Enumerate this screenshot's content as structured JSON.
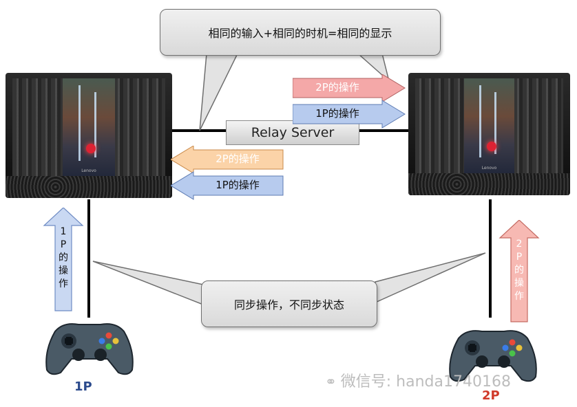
{
  "top_bubble": {
    "text": "相同的输入+相同的时机=相同的显示"
  },
  "bottom_bubble": {
    "text": "同步操作，不同步状态"
  },
  "relay_server": {
    "label": "Relay Server"
  },
  "right_arrows": [
    {
      "text": "2P的操作",
      "direction": "right",
      "color": "#f08f8f"
    },
    {
      "text": "1P的操作",
      "direction": "right",
      "color": "#9fb9e2"
    }
  ],
  "left_arrows": [
    {
      "text": "2P的操作",
      "direction": "left",
      "color": "#f8c08a"
    },
    {
      "text": "1P的操作",
      "direction": "left",
      "color": "#9fb9e2"
    }
  ],
  "player1": {
    "label": "1P",
    "label_color": "#2b4a8c",
    "arrow_chars": [
      "1",
      "P",
      "的",
      "操",
      "作"
    ],
    "arrow_color": "#9fb9e2"
  },
  "player2": {
    "label": "2P",
    "label_color": "#d03a2a",
    "arrow_chars": [
      "2",
      "P",
      "的",
      "操",
      "作"
    ],
    "arrow_color": "#f08f8f"
  },
  "watermark": {
    "text": "微信号: handa1740168"
  },
  "monitors": [
    {
      "name": "left",
      "brand": "Lenovo"
    },
    {
      "name": "right",
      "brand": "Lenovo"
    }
  ]
}
